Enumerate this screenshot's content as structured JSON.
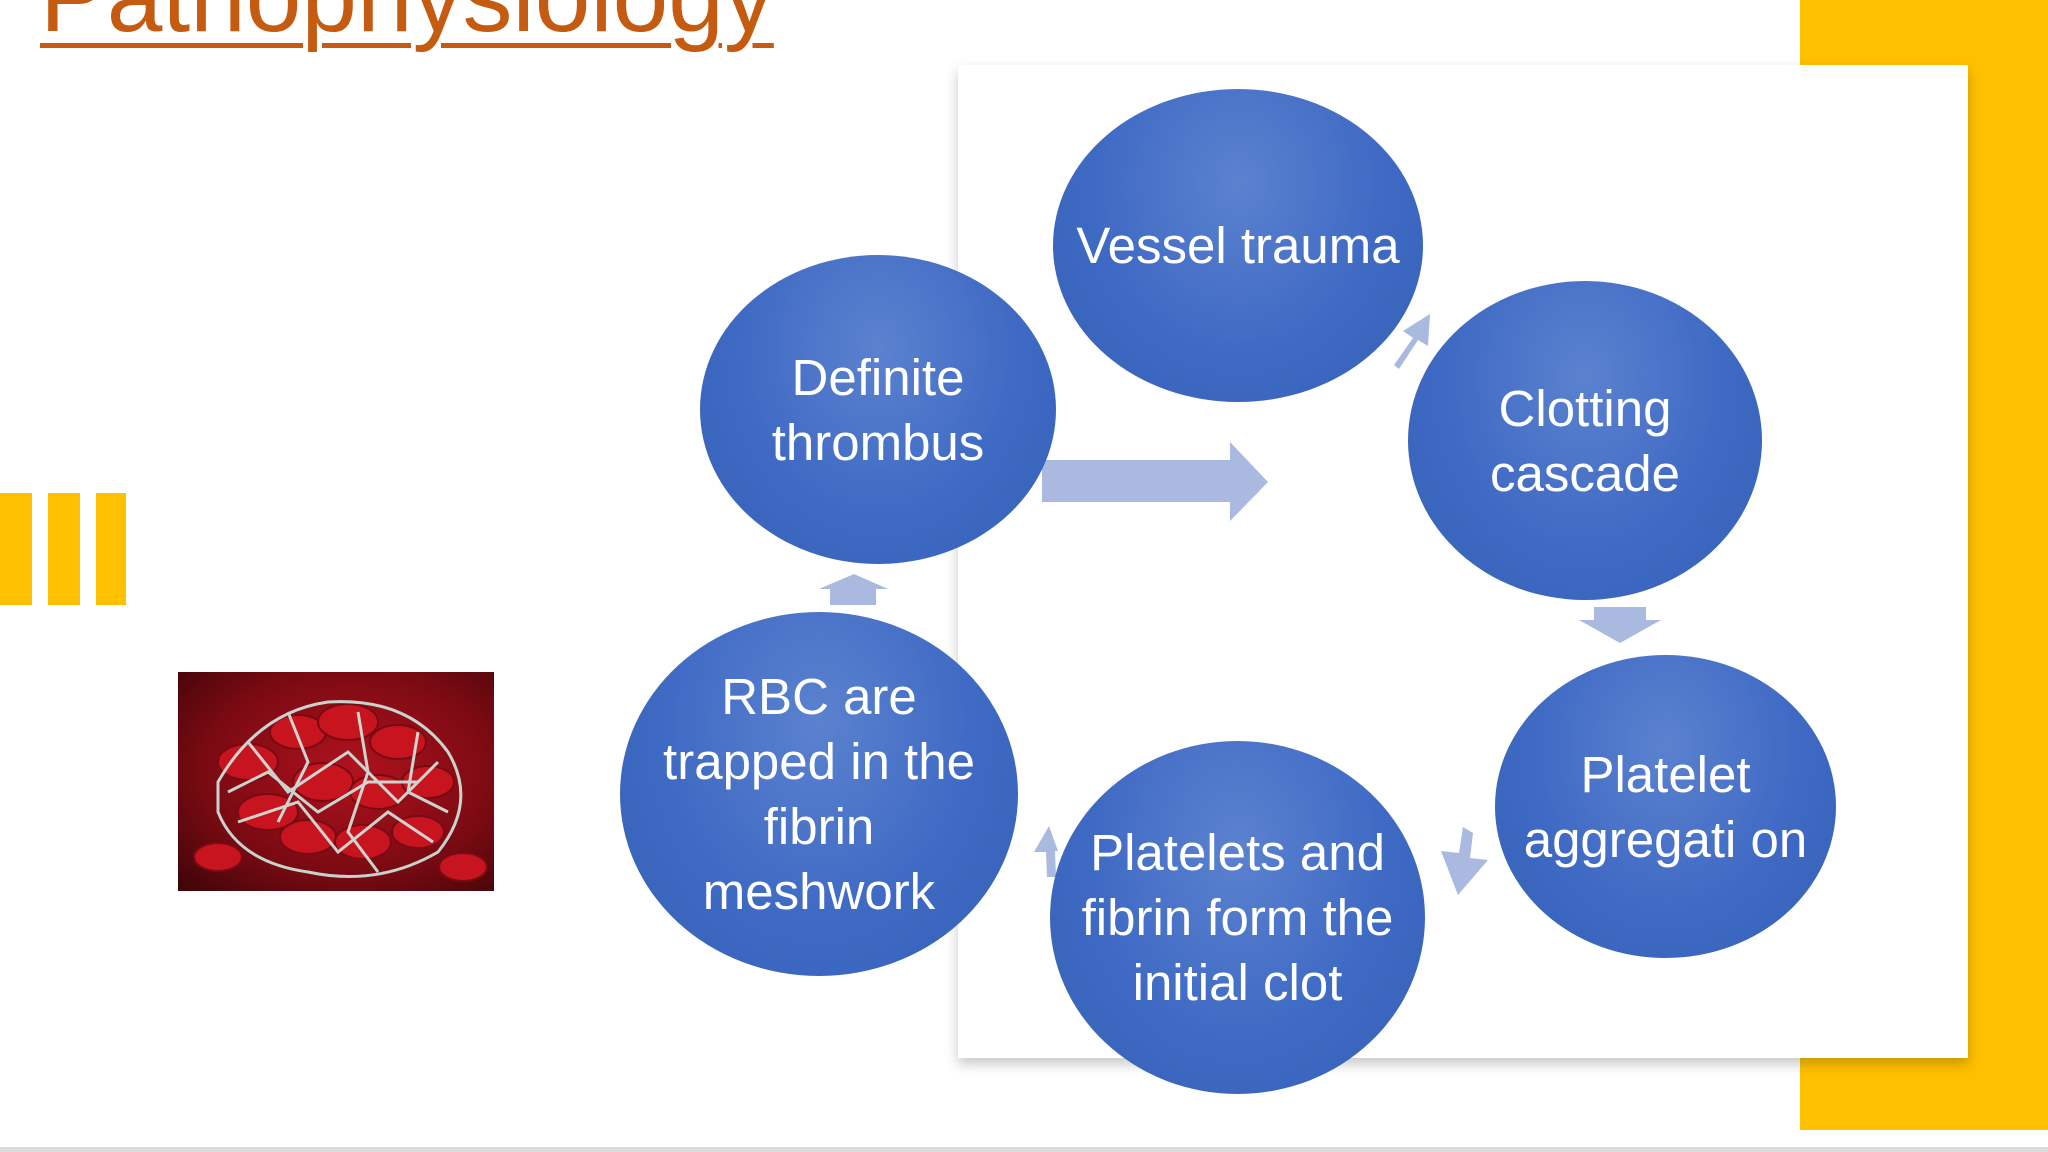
{
  "slide": {
    "title": "Pathophysiology"
  },
  "colors": {
    "title": "#c55a11",
    "accent": "#ffc000",
    "node": "#4472c4",
    "arrow": "#aab9e0"
  },
  "image": {
    "icon": "fibrin-meshwork-red-blood-cells-image"
  },
  "cycle": {
    "nodes": [
      {
        "id": "vessel-trauma",
        "label": "Vessel trauma"
      },
      {
        "id": "clotting-cascade",
        "label": "Clotting cascade"
      },
      {
        "id": "platelet-aggregation",
        "label": "Platelet aggregati on"
      },
      {
        "id": "platelets-fibrin",
        "label": "Platelets and fibrin form the initial clot"
      },
      {
        "id": "rbc-trapped",
        "label": "RBC are trapped in the fibrin meshwork"
      },
      {
        "id": "definite-thrombus",
        "label": "Definite thrombus"
      }
    ]
  }
}
